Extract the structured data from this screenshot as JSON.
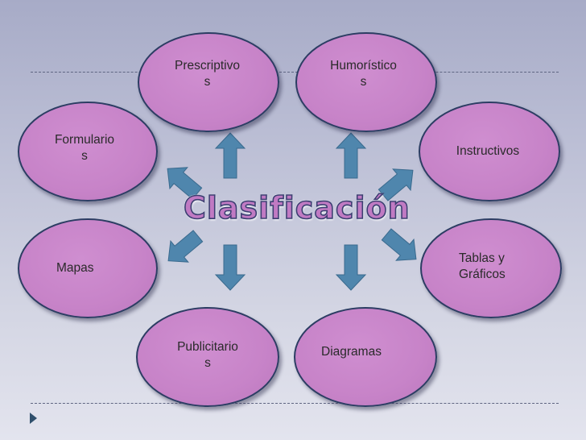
{
  "title": "Clasificación",
  "nodes": [
    {
      "id": "prescriptivos",
      "label_lines": [
        "Prescriptivo",
        "s"
      ]
    },
    {
      "id": "humoristicos",
      "label_lines": [
        "Humorístico",
        "s"
      ]
    },
    {
      "id": "formularios",
      "label_lines": [
        "Formulario",
        "s"
      ]
    },
    {
      "id": "instructivos",
      "label_lines": [
        "Instructivos"
      ]
    },
    {
      "id": "mapas",
      "label_lines": [
        "Mapas"
      ]
    },
    {
      "id": "tablas",
      "label_lines": [
        "Tablas y",
        "Gráficos"
      ]
    },
    {
      "id": "publicitarios",
      "label_lines": [
        "Publicitario",
        "s"
      ]
    },
    {
      "id": "diagramas",
      "label_lines": [
        "Diagramas"
      ]
    }
  ],
  "colors": {
    "node_fill": "#c783c8",
    "node_border": "#2c3d63",
    "arrow_fill": "#4f86ad",
    "arrow_stroke": "#3a6a8e",
    "title_fill": "#c07ac3",
    "title_outline": "#3c3f72"
  }
}
